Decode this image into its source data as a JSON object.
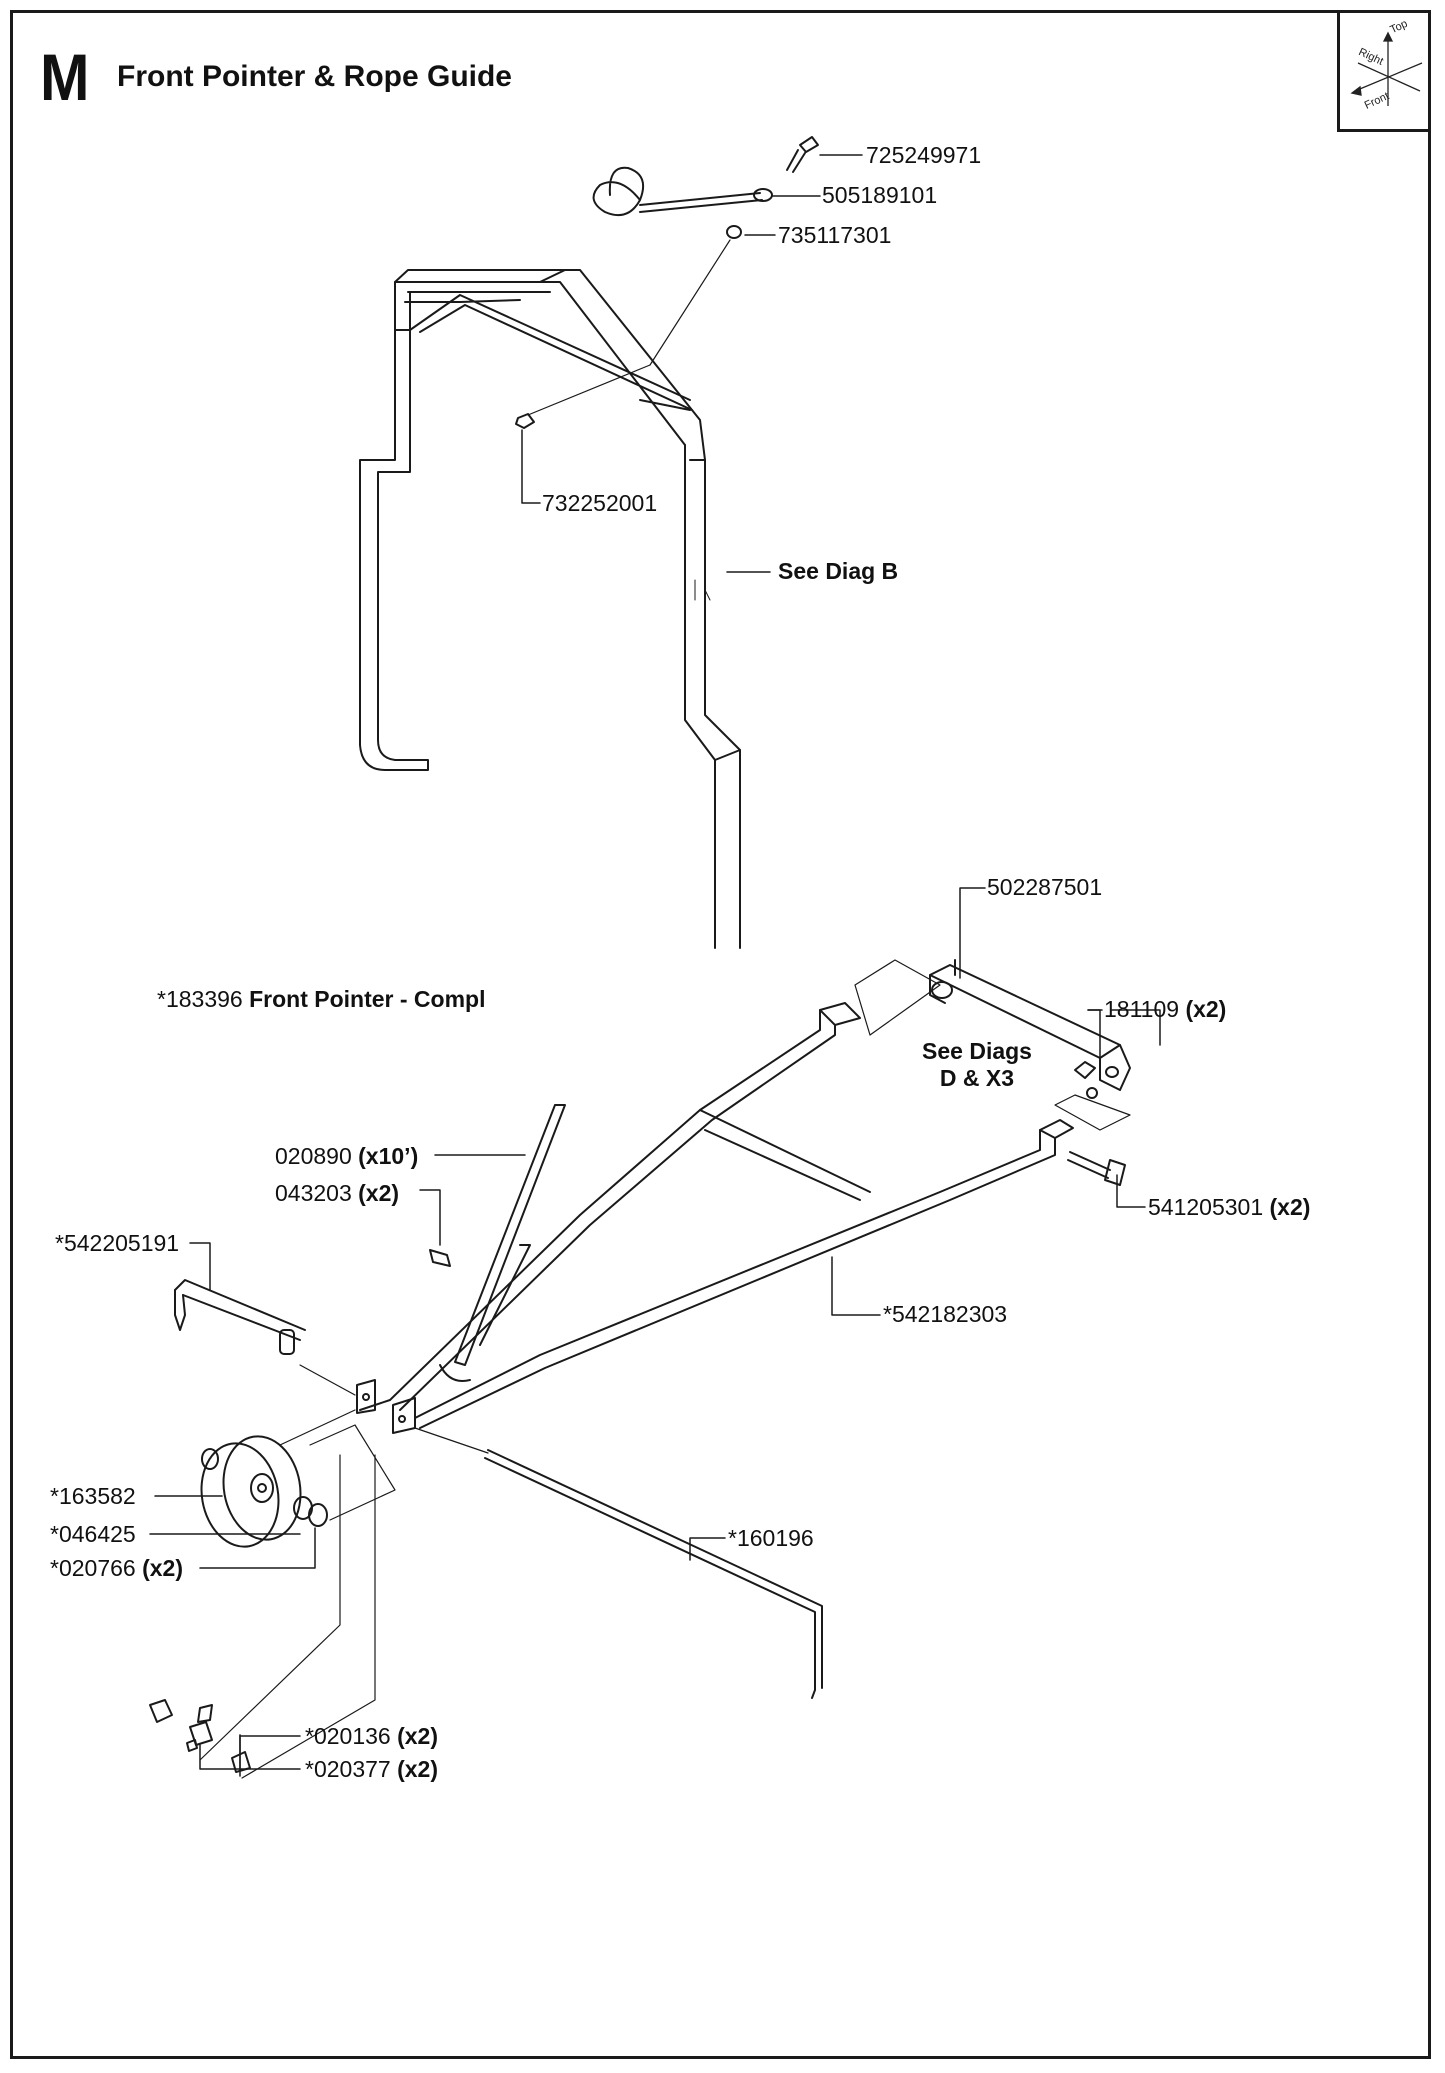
{
  "header": {
    "letter": "M",
    "title": "Front Pointer & Rope Guide"
  },
  "compass": {
    "top": "Top",
    "right": "Right",
    "front": "Front"
  },
  "callouts": [
    {
      "id": "p725249971",
      "part": "725249971",
      "qty": ""
    },
    {
      "id": "p505189101",
      "part": "505189101",
      "qty": ""
    },
    {
      "id": "p735117301",
      "part": "735117301",
      "qty": ""
    },
    {
      "id": "p732252001",
      "part": "732252001",
      "qty": ""
    },
    {
      "id": "pDiagB",
      "part": "See Diag B",
      "qty": ""
    },
    {
      "id": "p502287501",
      "part": "502287501",
      "qty": ""
    },
    {
      "id": "p183396",
      "part": "*183396",
      "qty": "Front Pointer - Compl"
    },
    {
      "id": "p181109",
      "part": "181109",
      "qty": "(x2)"
    },
    {
      "id": "pDiagsD",
      "part": "See Diags",
      "qty": "D & X3"
    },
    {
      "id": "p020890",
      "part": "020890",
      "qty": "(x10’)"
    },
    {
      "id": "p043203",
      "part": "043203",
      "qty": "(x2)"
    },
    {
      "id": "p541205301",
      "part": "541205301",
      "qty": "(x2)"
    },
    {
      "id": "p542205191",
      "part": "*542205191",
      "qty": ""
    },
    {
      "id": "p542182303",
      "part": "*542182303",
      "qty": ""
    },
    {
      "id": "p163582",
      "part": "*163582",
      "qty": ""
    },
    {
      "id": "p046425",
      "part": "*046425",
      "qty": ""
    },
    {
      "id": "p020766",
      "part": "*020766",
      "qty": "(x2)"
    },
    {
      "id": "p160196",
      "part": "*160196",
      "qty": ""
    },
    {
      "id": "p020136",
      "part": "*020136",
      "qty": "(x2)"
    },
    {
      "id": "p020377",
      "part": "*020377",
      "qty": "(x2)"
    }
  ]
}
